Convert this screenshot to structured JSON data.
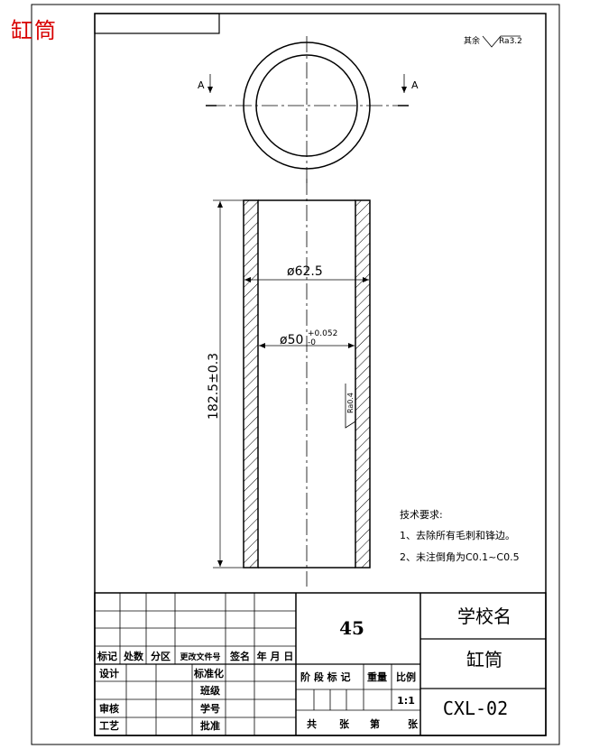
{
  "corner_title": "缸筒",
  "surface_finish_note": {
    "prefix": "其余",
    "value": "Ra3.2"
  },
  "section_marks": {
    "left": "A",
    "right": "A"
  },
  "dimensions": {
    "outer_diameter": "ø62.5",
    "inner_diameter": "ø50",
    "inner_tol_upper": "+0.052",
    "inner_tol_lower": "-0",
    "length": "182.5±0.3",
    "inner_roughness": "Ra0.4"
  },
  "tech_requirements": {
    "heading": "技术要求:",
    "items": [
      "1、去除所有毛刺和锋边。",
      "2、未注倒角为C0.1~C0.5"
    ]
  },
  "title_block": {
    "material": "45",
    "school": "学校名",
    "part_name": "缸筒",
    "drawing_no": "CXL-02",
    "rev_headers": [
      "标记",
      "处数",
      "分区",
      "更改文件号",
      "签名",
      "年 月 日"
    ],
    "roles": {
      "design": "设计",
      "review": "审核",
      "process": "工艺",
      "standardize": "标准化",
      "class": "班级",
      "student_no": "学号",
      "approve": "批准"
    },
    "stage_label": "阶 段 标 记",
    "weight_label": "重量",
    "scale_label": "比例",
    "scale_value": "1:1",
    "sheet_row": {
      "total": "共",
      "sheet_unit": "张",
      "no": "第",
      "sheet_unit2": "张"
    }
  }
}
